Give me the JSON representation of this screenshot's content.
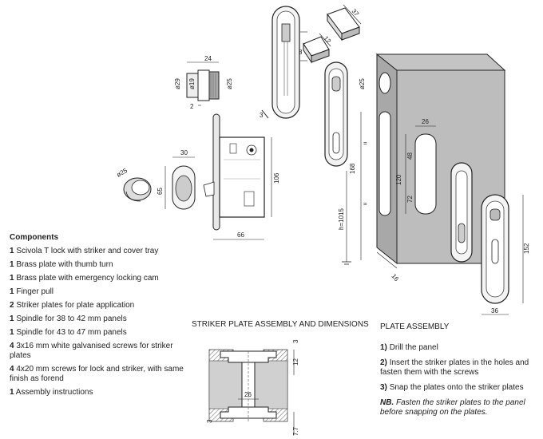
{
  "components": {
    "heading": "Components",
    "items": [
      {
        "qty": "1",
        "text": "Scivola T lock with striker and cover tray"
      },
      {
        "qty": "1",
        "text": "Brass plate with thumb turn"
      },
      {
        "qty": "1",
        "text": "Brass plate with emergency locking cam"
      },
      {
        "qty": "1",
        "text": "Finger pull"
      },
      {
        "qty": "2",
        "text": "Striker plates for plate application"
      },
      {
        "qty": "1",
        "text": "Spindle for 38 to 42 mm panels"
      },
      {
        "qty": "1",
        "text": "Spindle for 43 to 47 mm panels"
      },
      {
        "qty": "4",
        "text": "3x16 mm white galvanised screws for striker plates"
      },
      {
        "qty": "4",
        "text": "4x20 mm screws for lock and striker, with same finish as forend"
      },
      {
        "qty": "1",
        "text": "Assembly instructions"
      }
    ]
  },
  "striker_title": "STRIKER PLATE ASSEMBLY AND DIMENSIONS",
  "plate_assembly": {
    "heading": "PLATE ASSEMBLY",
    "steps": [
      {
        "num": "1)",
        "text": "Drill the panel"
      },
      {
        "num": "2)",
        "text": "Insert the striker plates in the holes and fasten them with the screws"
      },
      {
        "num": "3)",
        "text": "Snap the plates onto the striker plates"
      }
    ],
    "note_label": "NB.",
    "note_text": "Fasten the striker plates to the panel before snapping on the plates."
  },
  "dimensions": {
    "spindle_len": "37",
    "spindle_sq": "8",
    "spindle_sq2": "12",
    "cyl_len": "24",
    "cyl_d1": "ø29",
    "cyl_d2": "ø19",
    "cyl_d3": "ø25",
    "cyl_tab": "2",
    "pull_w": "30",
    "pull_d": "ø25",
    "pull_h": "65",
    "lock_h": "106",
    "lock_w": "66",
    "hole_d": "ø25",
    "slot_w": "26",
    "slot_48": "48",
    "slot_120": "120",
    "slot_72": "72",
    "h_168": "168",
    "h_floor": "h=1015",
    "thk": "16",
    "plate_h": "152",
    "plate_w": "36",
    "eq1": "=",
    "eq2": "=",
    "st_3a": "3",
    "st_12": "12",
    "st_26": "26",
    "st_3b": "3",
    "st_77": "7.7"
  }
}
